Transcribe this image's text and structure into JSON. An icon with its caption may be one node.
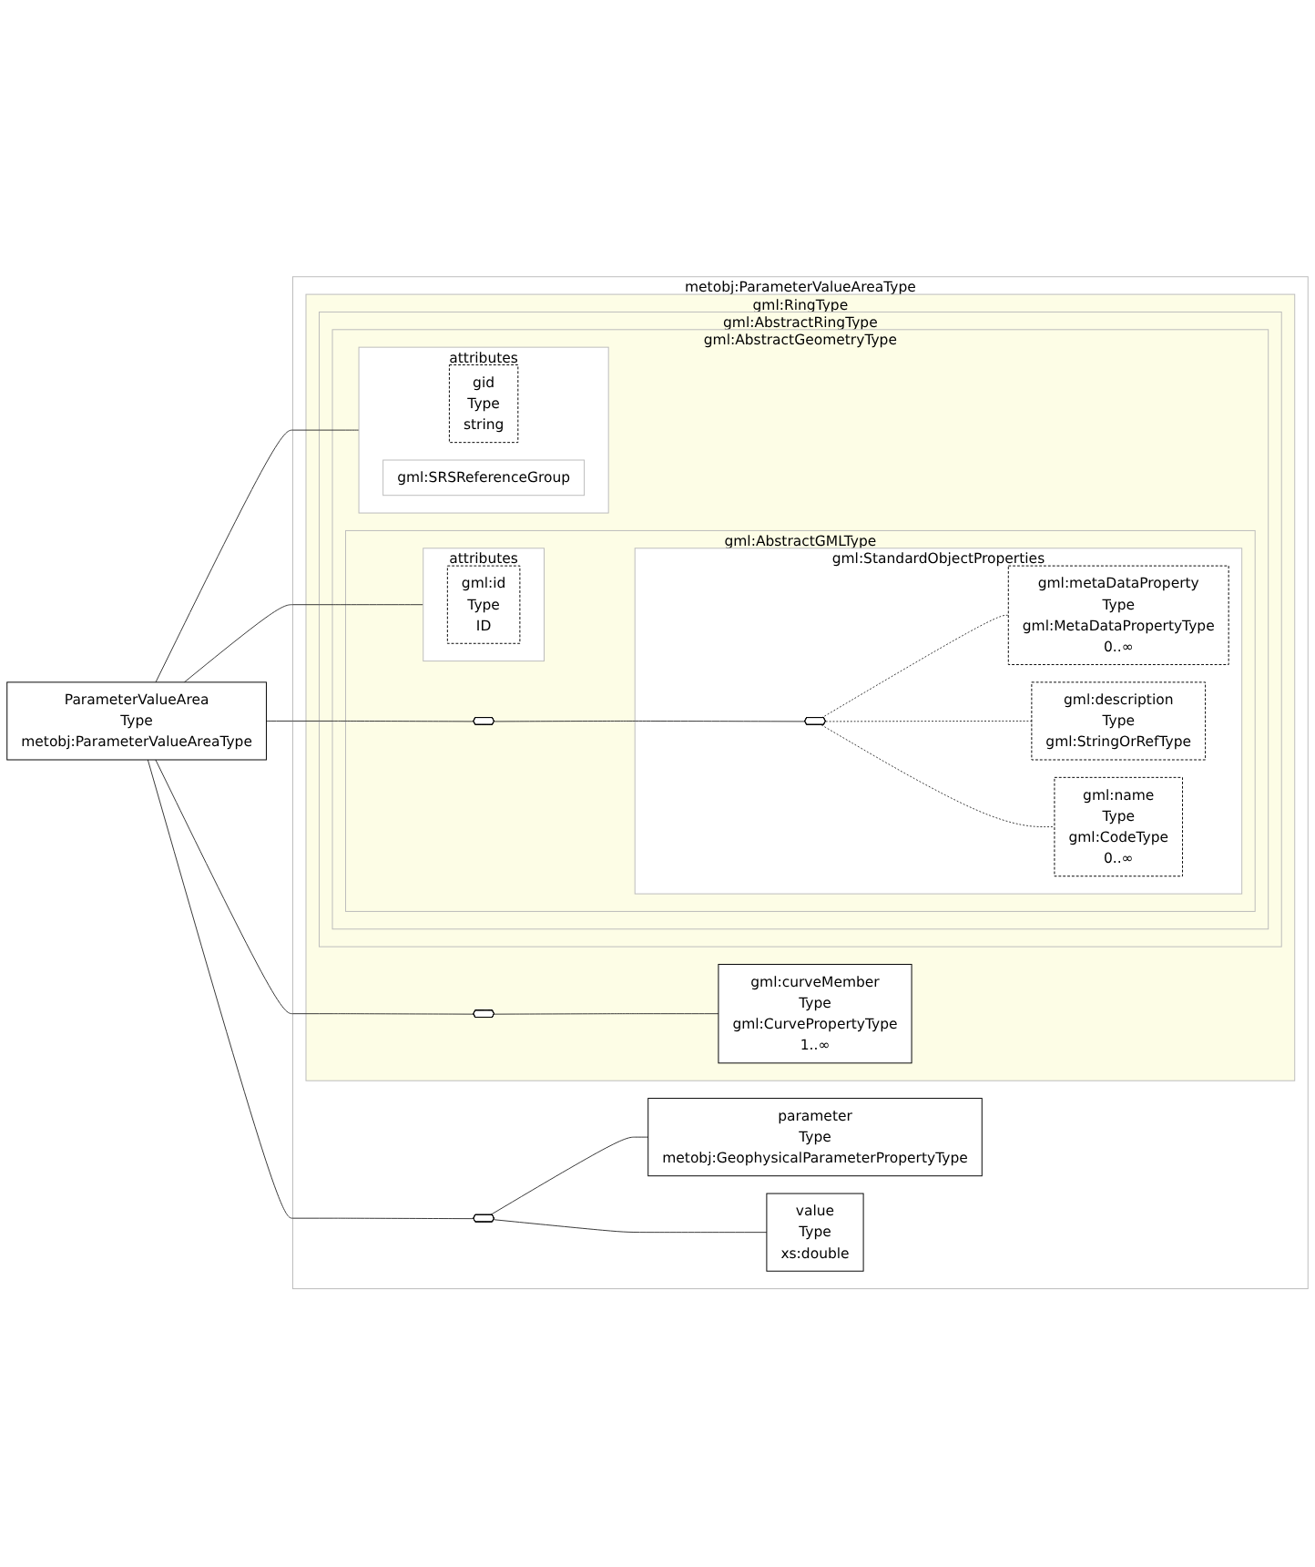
{
  "diagram": {
    "nodes": [
      {
        "text": [
          "metobj:ParameterValueAreaType"
        ]
      },
      {
        "text": [
          "gml:RingType"
        ],
        "in": 0
      },
      {
        "text": [
          "gml:AbstractRingType"
        ],
        "in": 1
      },
      {
        "text": [
          "gml:AbstractGeometryType"
        ],
        "in": 2
      },
      {
        "text": [
          "gml:AbstractGMLType"
        ],
        "in": 3
      },
      {
        "text": [
          "attributes"
        ],
        "in": 4
      },
      {
        "text": [
          "gml:id",
          "Type",
          "ID"
        ],
        "in": 5
      },
      {
        "text": [],
        "shape": "octagon",
        "in": 4
      },
      {
        "text": [
          "gml:StandardObjectProperties"
        ],
        "in": 4
      },
      {
        "text": [],
        "shape": "octagon",
        "in": 8
      },
      {
        "text": [
          "gml:metaDataProperty",
          "Type",
          "gml:MetaDataPropertyType",
          "0..∞"
        ],
        "in": 8
      },
      {
        "text": [
          "gml:description",
          "Type",
          "gml:StringOrRefType"
        ],
        "in": 8
      },
      {
        "text": [
          "gml:name",
          "Type",
          "gml:CodeType",
          "0..∞"
        ],
        "in": 8
      },
      {
        "text": [
          "attributes"
        ],
        "in": 3
      },
      {
        "text": [
          "gid",
          "Type",
          "string"
        ],
        "in": 13
      },
      {
        "text": [
          "gml:SRSReferenceGroup"
        ],
        "in": 13
      },
      {
        "text": [],
        "shape": "octagon",
        "in": 1
      },
      {
        "text": [
          "gml:curveMember",
          "Type",
          "gml:CurvePropertyType",
          "1..∞"
        ],
        "in": 1
      },
      {
        "text": [],
        "shape": "octagon",
        "in": 0
      },
      {
        "text": [
          "parameter",
          "Type",
          "metobj:GeophysicalParameterPropertyType"
        ],
        "in": 0
      },
      {
        "text": [
          "value",
          "Type",
          "xs:double"
        ],
        "in": 0
      },
      {
        "text": [
          "ParameterValueArea",
          "Type",
          "metobj:ParameterValueAreaType"
        ]
      }
    ],
    "edges": [
      {
        "from": 21,
        "to": 5,
        "arrow": "none"
      },
      {
        "from": 21,
        "to": 7,
        "arrow": "none"
      },
      {
        "from": 7,
        "to": 9,
        "arrow": "none"
      },
      {
        "from": 9,
        "to": 10,
        "arrow": "none",
        "style": "dashed"
      },
      {
        "from": 9,
        "to": 11,
        "arrow": "none",
        "style": "dashed"
      },
      {
        "from": 9,
        "to": 12,
        "arrow": "none",
        "style": "dashed"
      },
      {
        "from": 21,
        "to": 13,
        "arrow": "none"
      },
      {
        "from": 21,
        "to": 16,
        "arrow": "none"
      },
      {
        "from": 16,
        "to": 17,
        "arrow": "none"
      },
      {
        "from": 21,
        "to": 18,
        "arrow": "none"
      },
      {
        "from": 18,
        "to": 19,
        "arrow": "none"
      },
      {
        "from": 18,
        "to": 20,
        "arrow": "none"
      }
    ]
  }
}
